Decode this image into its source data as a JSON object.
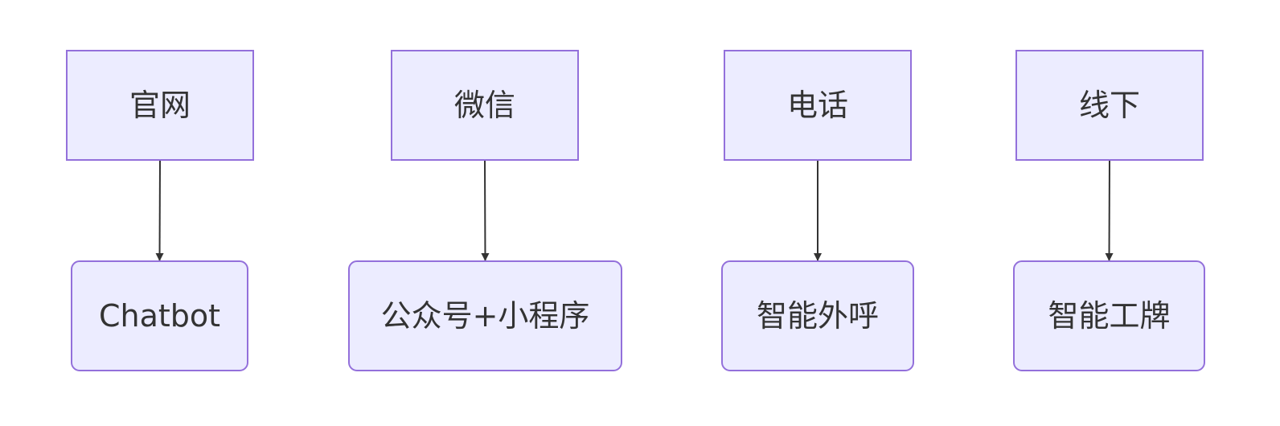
{
  "colors": {
    "node_fill": "#ECECFF",
    "node_stroke": "#9370DB",
    "edge": "#333333",
    "text": "#333333",
    "background": "#ffffff"
  },
  "diagram": {
    "type": "flowchart",
    "direction": "top-down",
    "nodes": [
      {
        "id": "website",
        "label": "官网",
        "shape": "rect"
      },
      {
        "id": "wechat",
        "label": "微信",
        "shape": "rect"
      },
      {
        "id": "phone",
        "label": "电话",
        "shape": "rect"
      },
      {
        "id": "offline",
        "label": "线下",
        "shape": "rect"
      },
      {
        "id": "chatbot",
        "label": "Chatbot",
        "shape": "rounded"
      },
      {
        "id": "official-account",
        "label": "公众号+小程序",
        "shape": "rounded"
      },
      {
        "id": "smart-outbound",
        "label": "智能外呼",
        "shape": "rounded"
      },
      {
        "id": "smart-badge",
        "label": "智能工牌",
        "shape": "rounded"
      }
    ],
    "edges": [
      {
        "from": "website",
        "to": "chatbot"
      },
      {
        "from": "wechat",
        "to": "official-account"
      },
      {
        "from": "phone",
        "to": "smart-outbound"
      },
      {
        "from": "offline",
        "to": "smart-badge"
      }
    ]
  }
}
